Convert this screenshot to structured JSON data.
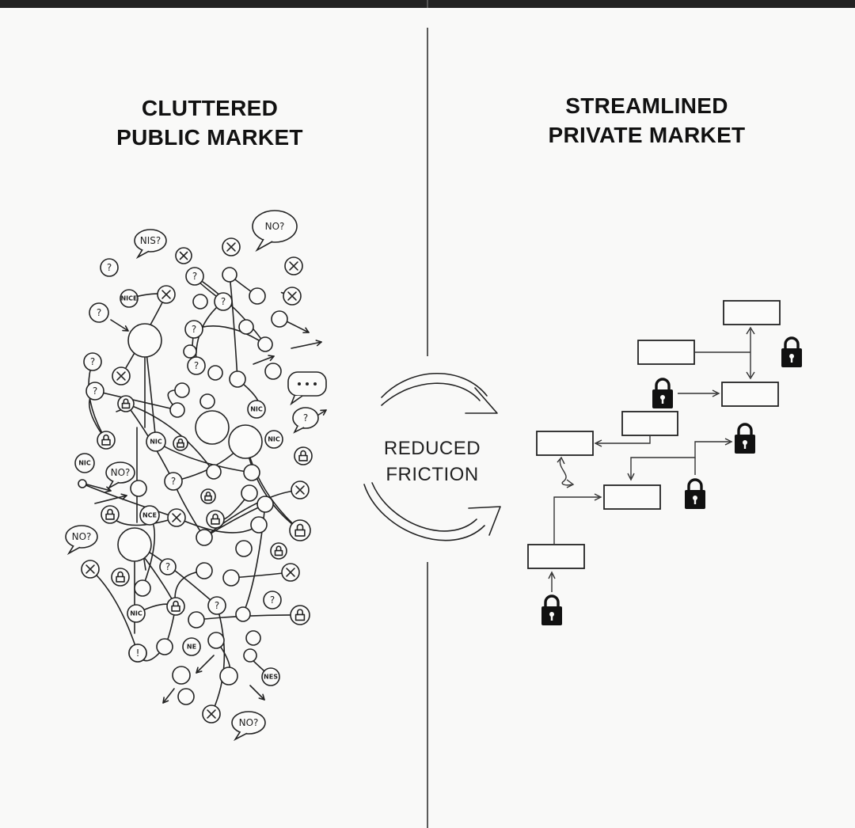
{
  "left_panel": {
    "title_line1": "CLUTTERED",
    "title_line2": "PUBLIC MARKET",
    "bubble_texts": [
      "NIS?",
      "NO?",
      "NO?",
      "NO?",
      "NO?"
    ],
    "tag_texts": [
      "NICE",
      "NIC",
      "NIC",
      "NIC",
      "NIC",
      "NCE",
      "NIC",
      "NE",
      "NES",
      "NICE"
    ]
  },
  "center": {
    "label_line1": "REDUCED",
    "label_line2": "FRICTION"
  },
  "right_panel": {
    "title_line1": "STREAMLINED",
    "title_line2": "PRIVATE MARKET"
  },
  "colors": {
    "background": "#f9f9f8",
    "ink": "#222222",
    "lock": "#111111",
    "top_bar": "#222222"
  },
  "icons": [
    "question-mark-icon",
    "x-mark-icon",
    "lock-icon",
    "speech-bubble-icon",
    "curved-arrow-icon"
  ]
}
